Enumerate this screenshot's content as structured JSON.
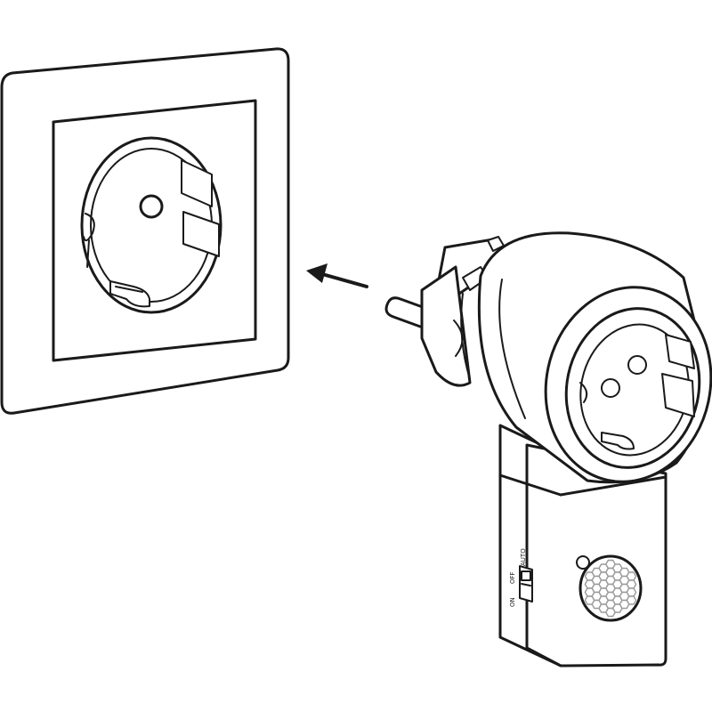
{
  "colors": {
    "line": "#1a1a1a",
    "background": "#ffffff",
    "lens": "#9a9a9a"
  },
  "switch": {
    "on_label": "ON",
    "off_label": "OFF",
    "auto_label": "AUTO"
  },
  "icons": [
    "wall-socket",
    "insert-arrow-icon",
    "plug-adapter",
    "motion-sensor-lens"
  ]
}
